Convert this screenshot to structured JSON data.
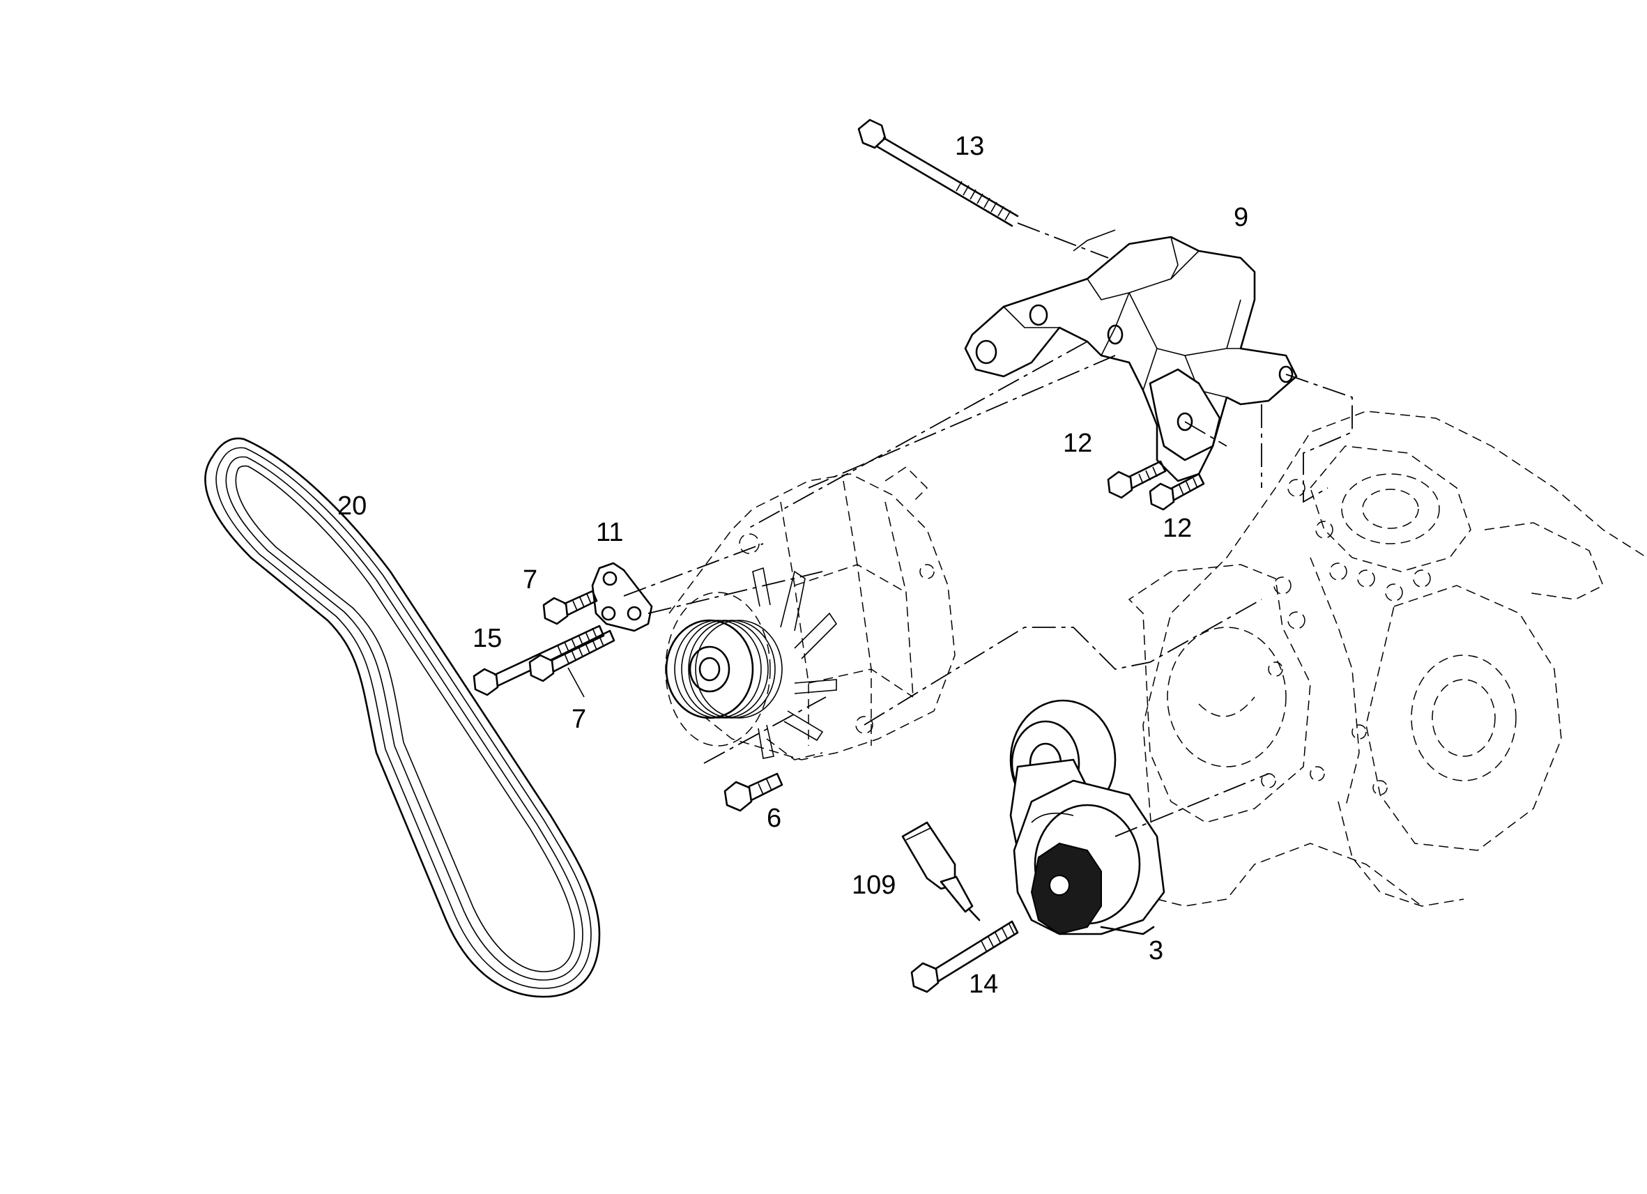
{
  "callouts": [
    {
      "id": "13",
      "label": "13"
    },
    {
      "id": "9",
      "label": "9"
    },
    {
      "id": "12a",
      "label": "12"
    },
    {
      "id": "12b",
      "label": "12"
    },
    {
      "id": "20",
      "label": "20"
    },
    {
      "id": "11",
      "label": "11"
    },
    {
      "id": "7a",
      "label": "7"
    },
    {
      "id": "15",
      "label": "15"
    },
    {
      "id": "7b",
      "label": "7"
    },
    {
      "id": "6",
      "label": "6"
    },
    {
      "id": "109",
      "label": "109"
    },
    {
      "id": "3",
      "label": "3"
    },
    {
      "id": "14",
      "label": "14"
    }
  ]
}
